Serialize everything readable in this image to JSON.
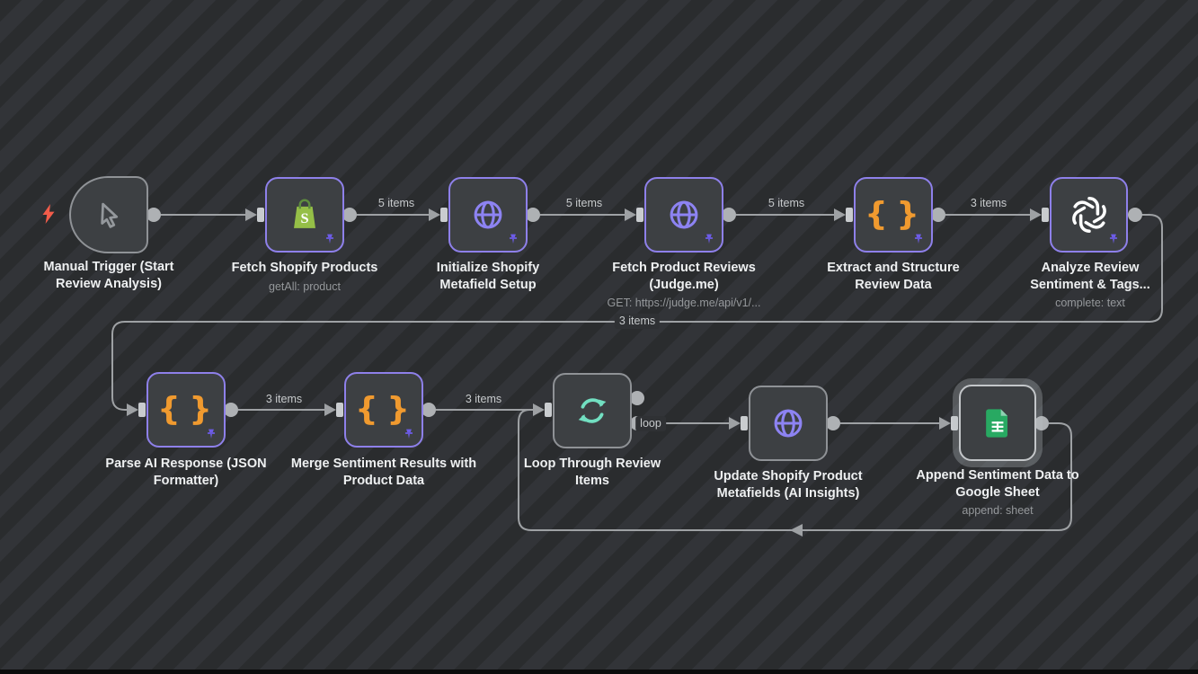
{
  "nodes": [
    {
      "id": "manual-trigger",
      "label": "Manual Trigger (Start Review Analysis)",
      "icon": "cursor-arrow"
    },
    {
      "id": "fetch-shopify-products",
      "label": "Fetch Shopify Products",
      "subtitle": "getAll: product",
      "icon": "shopify"
    },
    {
      "id": "initialize-shopify-metafield-setup",
      "label": "Initialize Shopify Metafield Setup",
      "icon": "globe"
    },
    {
      "id": "fetch-product-reviews",
      "label": "Fetch Product Reviews (Judge.me)",
      "subtitle": "GET: https://judge.me/api/v1/...",
      "icon": "globe"
    },
    {
      "id": "extract-and-structure-review-data",
      "label": "Extract and Structure Review Data",
      "icon": "curly-braces"
    },
    {
      "id": "analyze-review-sentiment",
      "label": "Analyze Review Sentiment & Tags...",
      "subtitle": "complete: text",
      "icon": "openai"
    },
    {
      "id": "parse-ai-response",
      "label": "Parse AI Response (JSON Formatter)",
      "icon": "curly-braces"
    },
    {
      "id": "merge-sentiment-results",
      "label": "Merge Sentiment Results with Product Data",
      "icon": "curly-braces"
    },
    {
      "id": "loop-through-review-items",
      "label": "Loop Through Review Items",
      "icon": "loop-arrows"
    },
    {
      "id": "update-shopify-product-metafields",
      "label": "Update Shopify Product Metafields (AI Insights)",
      "icon": "globe"
    },
    {
      "id": "append-sentiment-data-to-google-sheet",
      "label": "Append Sentiment Data to Google Sheet",
      "subtitle": "append: sheet",
      "icon": "google-sheets",
      "selected": true
    }
  ],
  "edge_labels": {
    "shopify_to_initialize": "5 items",
    "initialize_to_reviews": "5 items",
    "reviews_to_extract": "5 items",
    "extract_to_analyze": "3 items",
    "analyze_to_parse": "3 items",
    "parse_to_merge": "3 items",
    "merge_to_loop": "3 items",
    "loop_output": "loop"
  },
  "colors": {
    "canvas_stripe_dark": "#2a2c2e",
    "canvas_stripe_light": "#323438",
    "node_fill": "#3d4043",
    "pinned_border": "#8e80ea",
    "default_border": "#8f9296",
    "selected_border": "#c3c6c9",
    "connection": "#9ea1a4",
    "pin": "#6d5ce8",
    "trigger_bolt": "#f25c4a",
    "code_icon": "#f09a2f",
    "loop_icon": "#72dfc1",
    "shopify_green": "#95bf47",
    "sheets_green": "#28a962",
    "openai_white": "#ffffff"
  }
}
